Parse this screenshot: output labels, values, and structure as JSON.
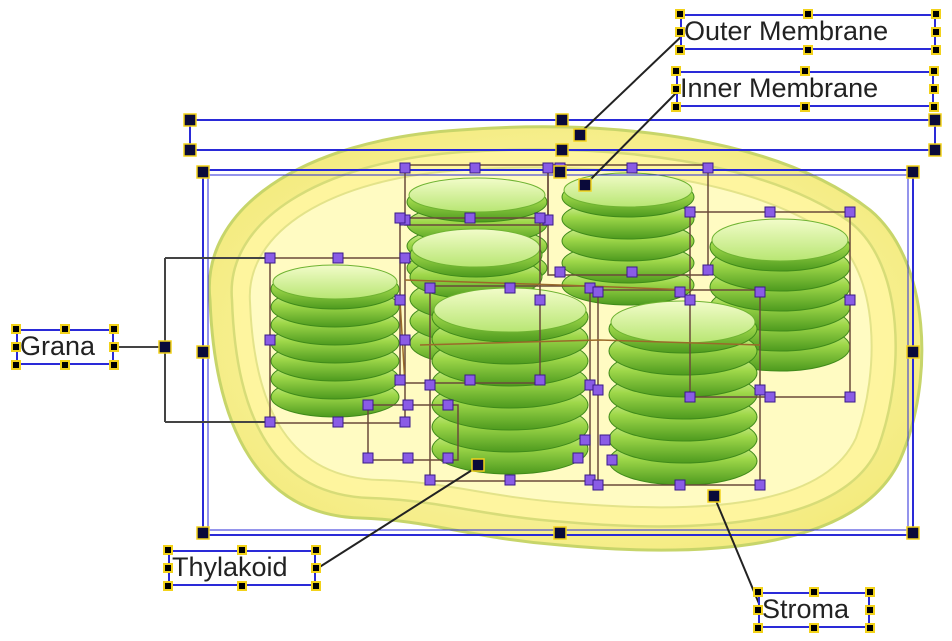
{
  "diagram": {
    "labels": {
      "outer_membrane": "Outer Membrane",
      "inner_membrane": "Inner Membrane",
      "grana": "Grana",
      "thylakoid": "Thylakoid",
      "stroma": "Stroma"
    },
    "colors": {
      "outer_fill": "#fbf39a",
      "outer_stroke": "#c9d86a",
      "inner_fill": "#fff7a8",
      "stroma_fill": "#fffbc0",
      "disk_light": "#dff5a4",
      "disk_mid": "#8fcf3c",
      "disk_dark": "#3f8f1a",
      "selection_blue": "#2a2ad8",
      "handle_purple": "#8a5ce6",
      "handle_black": "#0a0a3a",
      "handle_yellow": "#f2d21a",
      "grid_brown": "#9a6a2a"
    }
  }
}
